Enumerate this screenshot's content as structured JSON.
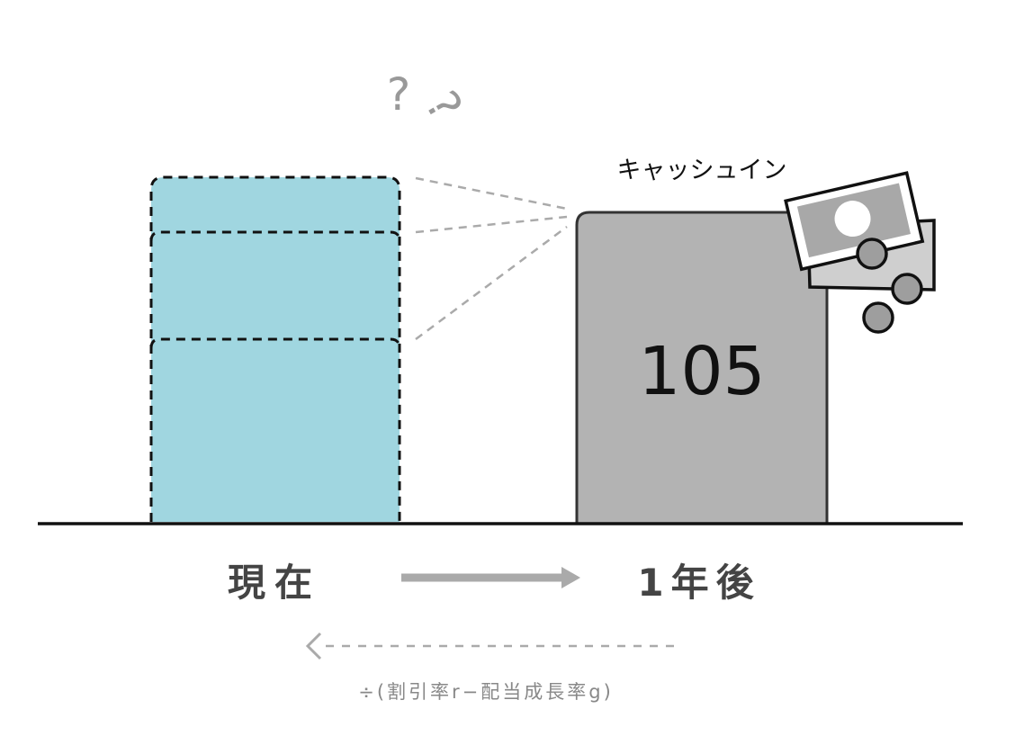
{
  "question_marks": "? ?",
  "cash_in_label": "キャッシュイン",
  "future_value": "105",
  "present_label": "現在",
  "future_label": "1年後",
  "discount_formula": "÷(割引率r−配当成長率g)",
  "colors": {
    "present_box": "#a0d6e0",
    "future_box": "#b3b3b3",
    "arrow": "#aaaaaa",
    "text_dark": "#444444",
    "text_gray": "#888888"
  },
  "icons": [
    "question-mark-icon",
    "banknote-icon",
    "coin-icon"
  ]
}
